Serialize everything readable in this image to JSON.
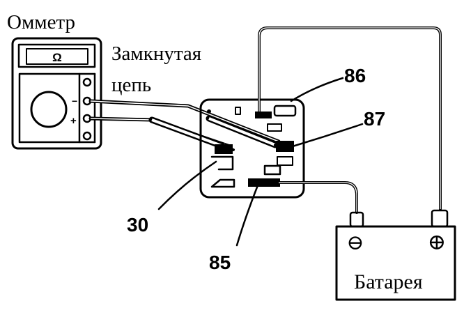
{
  "labels": {
    "ohmmeter": "Омметр",
    "closed_circuit_line1": "Замкнутая",
    "closed_circuit_line2": "цепь",
    "battery": "Батарея",
    "terminal_86": "86",
    "terminal_87": "87",
    "terminal_30": "30",
    "terminal_85": "85",
    "meter_minus": "−",
    "meter_plus": "+",
    "battery_minus": "⊖",
    "battery_plus": "⊕",
    "meter_display_symbol": "Ω"
  }
}
